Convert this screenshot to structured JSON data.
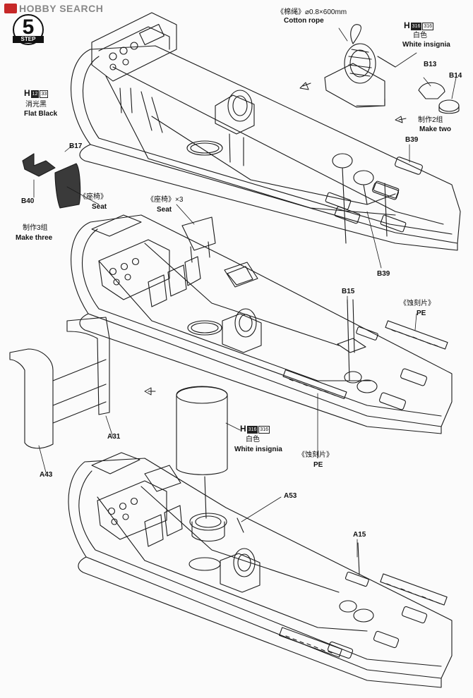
{
  "watermark": {
    "brand": "HOBBY SEARCH"
  },
  "step": {
    "number": "5",
    "word": "STEP"
  },
  "labels": {
    "cotton_rope_cn": "《棉绳》⌀0.8×600mm",
    "cotton_rope_en": "Cotton rope",
    "white_h": "H",
    "white_code_1": "316",
    "white_code_2": "316",
    "white_cn": "白色",
    "white_en": "White insignia",
    "flat_h": "H",
    "flat_code_1": "12",
    "flat_code_2": "33",
    "flat_cn": "消光黑",
    "flat_en": "Flat Black",
    "make_two_cn": "制作2组",
    "make_two_en": "Make two",
    "make_three_cn": "制作3组",
    "make_three_en": "Make three",
    "seat_cn": "《座椅》",
    "seat_en": "Seat",
    "seat_x3_cn": "《座椅》×3",
    "seat2_en": "Seat",
    "pe_cn_1": "《蚀刻片》",
    "pe_en_1": "PE",
    "pe_cn_2": "《蚀刻片》",
    "pe_en_2": "PE",
    "white2_h": "H",
    "white2_code_1": "316",
    "white2_code_2": "316",
    "white2_cn": "白色",
    "white2_en": "White insignia"
  },
  "parts": [
    "B13",
    "B14",
    "B17",
    "B40",
    "B39",
    "B39",
    "B15",
    "A31",
    "A43",
    "A53",
    "A15"
  ],
  "colors": {
    "line": "#1a1a1a",
    "paper": "#fbfbfb",
    "dark_part": "#3a3a3a",
    "logo_red": "#c62828"
  }
}
